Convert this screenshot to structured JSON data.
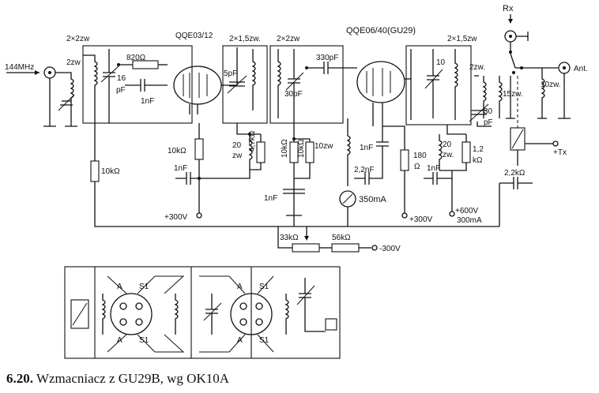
{
  "figure": {
    "number": "6.20.",
    "caption": "Wzmacniacz z GU29B, wg OK10A"
  },
  "labels": {
    "input": "144MHz",
    "tube1": "QQE03/12",
    "tube2": "QQE06/40(GU29)",
    "l1": "2×2zw",
    "l1b": "2zw",
    "r820": "820Ω",
    "c16": "16",
    "pf": "pF",
    "c1nf_a": "1nF",
    "r10k_a": "10kΩ",
    "l2": "2×1,5zw.",
    "c5": "5pF",
    "r10k_b": "10kΩ",
    "l20": "20",
    "zw": "zw",
    "r47": "4,7kΩ",
    "c1nf_b": "1nF",
    "v300a": "+300V",
    "l3": "2×2zw",
    "c30": "30pF",
    "c330": "330pF",
    "r10k_c": "10kΩ",
    "r10k_d": "10kΩ",
    "l10": "10zw",
    "c1nf_c": "1nF",
    "c1nf_d": "1nF",
    "c22n": "2,2nF",
    "r180": "180",
    "ohm": "Ω",
    "meter": "350mA",
    "v300b": "+300V",
    "l4": "2×1,5zw",
    "c10": "10",
    "l20b": "20",
    "zwb": "zw.",
    "r12": "1,2",
    "kohm": "kΩ",
    "c1nf_e": "1nF",
    "v600": "+600V",
    "i300": "300mA",
    "l2zw": "2zw.",
    "l15": "15zw.",
    "c30b": "30",
    "pfb": "pF",
    "l10zw": "10zw.",
    "ant": "Ant.",
    "rx": "Rx",
    "tx": "+Tx",
    "c22k": "2,2kΩ",
    "r33k": "33kΩ",
    "r56k": "56kΩ",
    "vneg": "-300V",
    "pinA": "A",
    "pinS1": "S1"
  }
}
